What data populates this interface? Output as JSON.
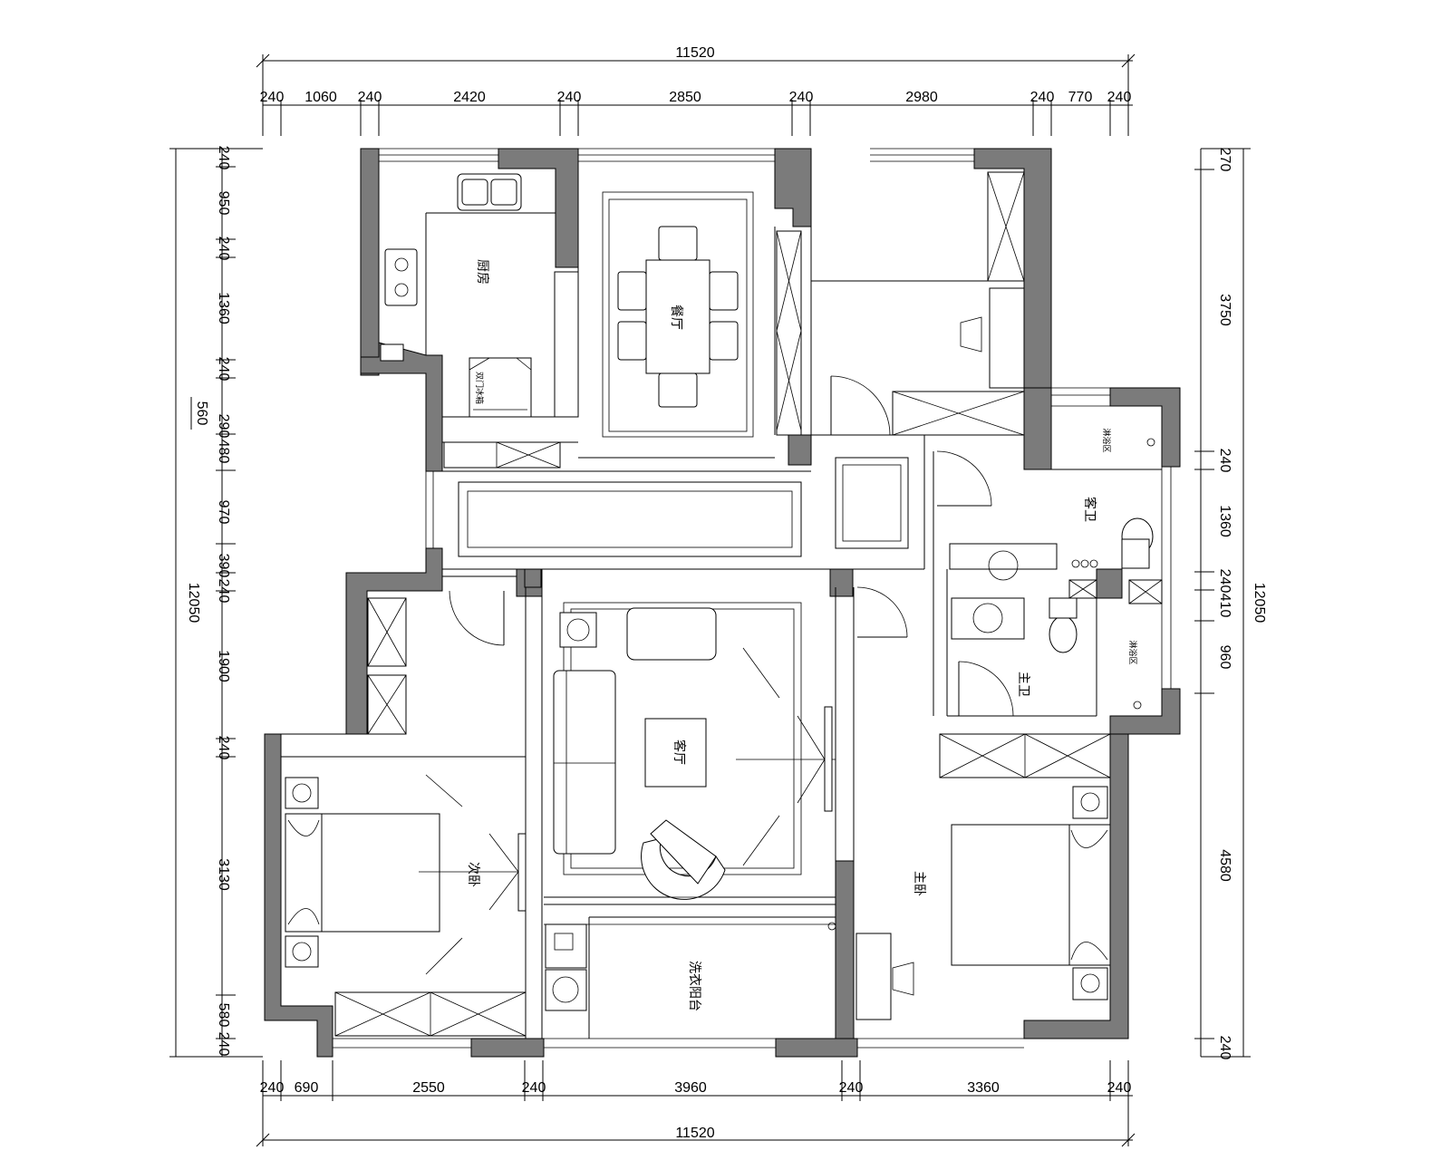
{
  "dimensions": {
    "top_total": "11520",
    "top_segments": [
      "240",
      "1060",
      "240",
      "2420",
      "240",
      "2850",
      "240",
      "2980",
      "240",
      "770",
      "240"
    ],
    "bottom_total": "11520",
    "bottom_segments": [
      "240",
      "690",
      "2550",
      "240",
      "3960",
      "240",
      "3360",
      "240"
    ],
    "left_total": "12050",
    "left_segments": [
      "240",
      "950",
      "240",
      "1360",
      "240",
      "290",
      "480",
      "970",
      "390",
      "240",
      "1900",
      "240",
      "3130",
      "580",
      "240"
    ],
    "left_extra": "560",
    "right_total": "12050",
    "right_segments": [
      "270",
      "3750",
      "240",
      "1360",
      "240",
      "410",
      "960",
      "4580",
      "240"
    ]
  },
  "rooms": {
    "kitchen": "厨房",
    "dining": "餐厅",
    "living": "客厅",
    "guest_bath": "客卫",
    "master_bath": "主卫",
    "master_bedroom": "主卧",
    "second_bedroom": "次卧",
    "laundry_balcony": "洗衣阳台",
    "fridge": "双门冰箱",
    "shower_a": "淋浴区",
    "shower_b": "淋浴区"
  }
}
